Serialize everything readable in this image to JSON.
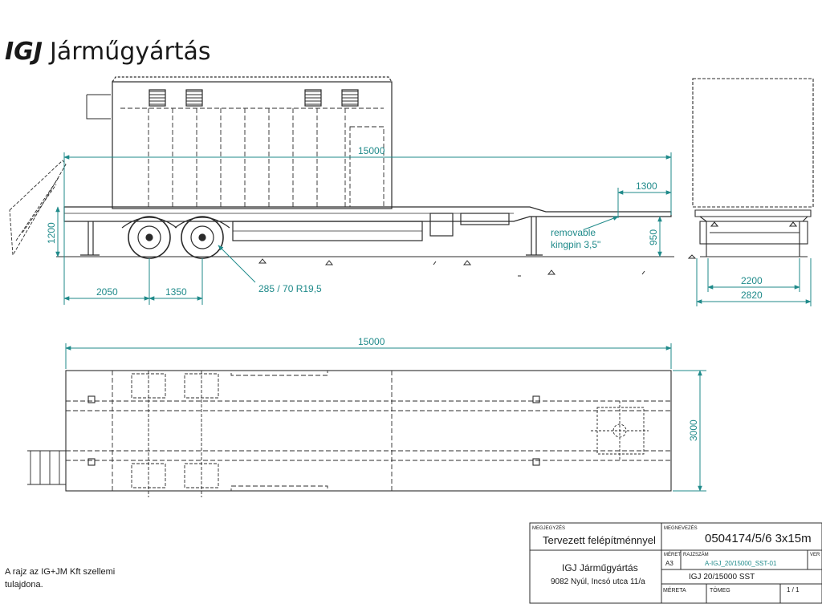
{
  "header": {
    "logo": "IGJ",
    "company": "Járműgyártás"
  },
  "side_view": {
    "overall_length": "15000",
    "kingpin_offset": "1300",
    "rear_height": "1200",
    "front_height": "950",
    "dim_rear_to_axle": "2050",
    "dim_axle_spacing": "1350",
    "tyre_size": "285 / 70 R19,5",
    "kingpin_note_1": "removable",
    "kingpin_note_2": "kingpin 3,5\""
  },
  "end_view": {
    "inner_width": "2200",
    "outer_width": "2820"
  },
  "top_view": {
    "overall_length": "15000",
    "width": "3000"
  },
  "copyright_note": {
    "line1": "A rajz az IG+JM Kft szellemi",
    "line2": "tulajdona."
  },
  "title_block": {
    "remark_label": "MEGJEGYZÉS",
    "remark_value": "Tervezett felépítménnyel",
    "name_label": "MEGNEVEZÉS",
    "name_value": "0504174/5/6  3x15m",
    "size_label": "MÉRET",
    "size_value": "A3",
    "drawing_no_label": "RAJZSZÁM",
    "drawing_no_value": "A-IGJ_20/15000_SST-01",
    "version_label": "VER",
    "company_name": "IGJ Járműgyártás",
    "company_address": "9082 Nyúl, Incsó utca 11/a",
    "type_value": "IGJ 20/15000 SST",
    "scale_label": "MÉRETA",
    "mass_label": "TÖMEG",
    "sheet_value": "1 / 1"
  },
  "colors": {
    "ink": "#2b2b2b",
    "dimension": "#1f8a8a"
  }
}
